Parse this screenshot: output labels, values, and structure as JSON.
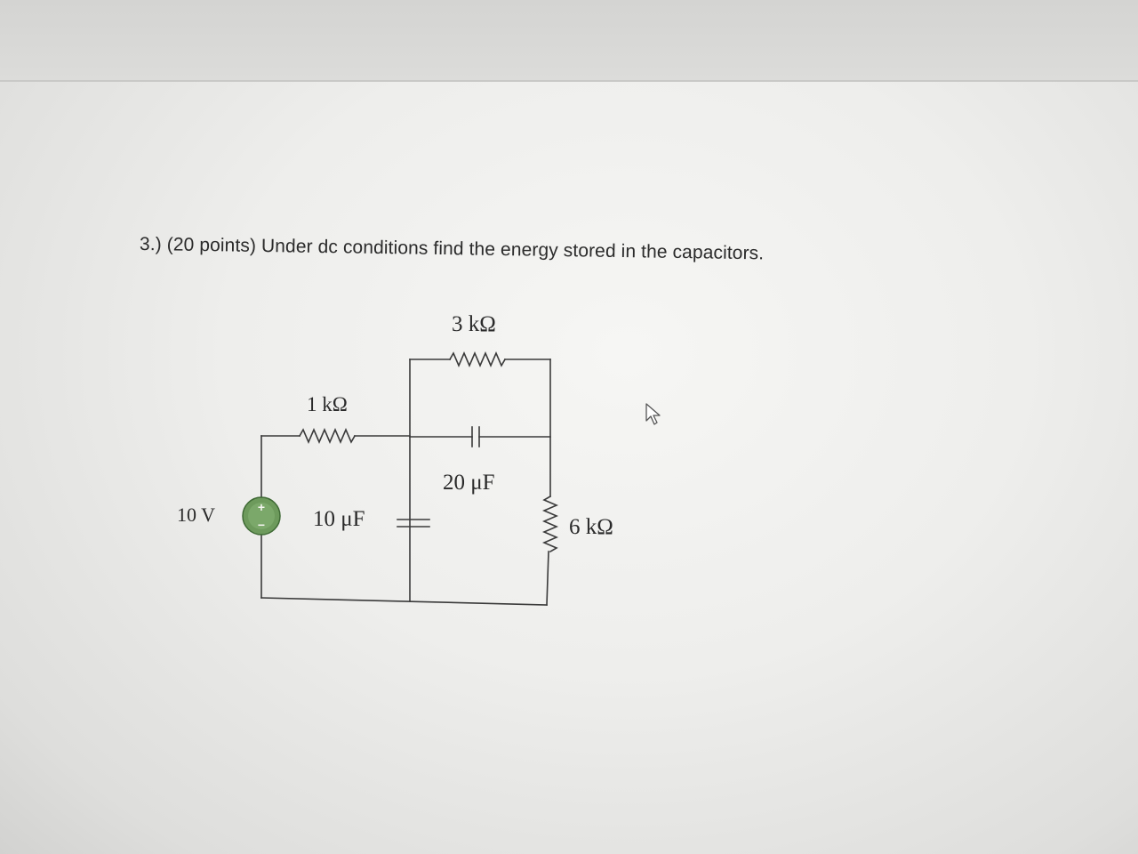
{
  "question": {
    "text": "3.) (20 points) Under dc conditions find the energy stored in the capacitors."
  },
  "circuit": {
    "source_label": "10 V",
    "r1_label": "1 kΩ",
    "r2_label": "3 kΩ",
    "r3_label": "6 kΩ",
    "c1_label": "10 μF",
    "c2_label": "20 μF"
  }
}
